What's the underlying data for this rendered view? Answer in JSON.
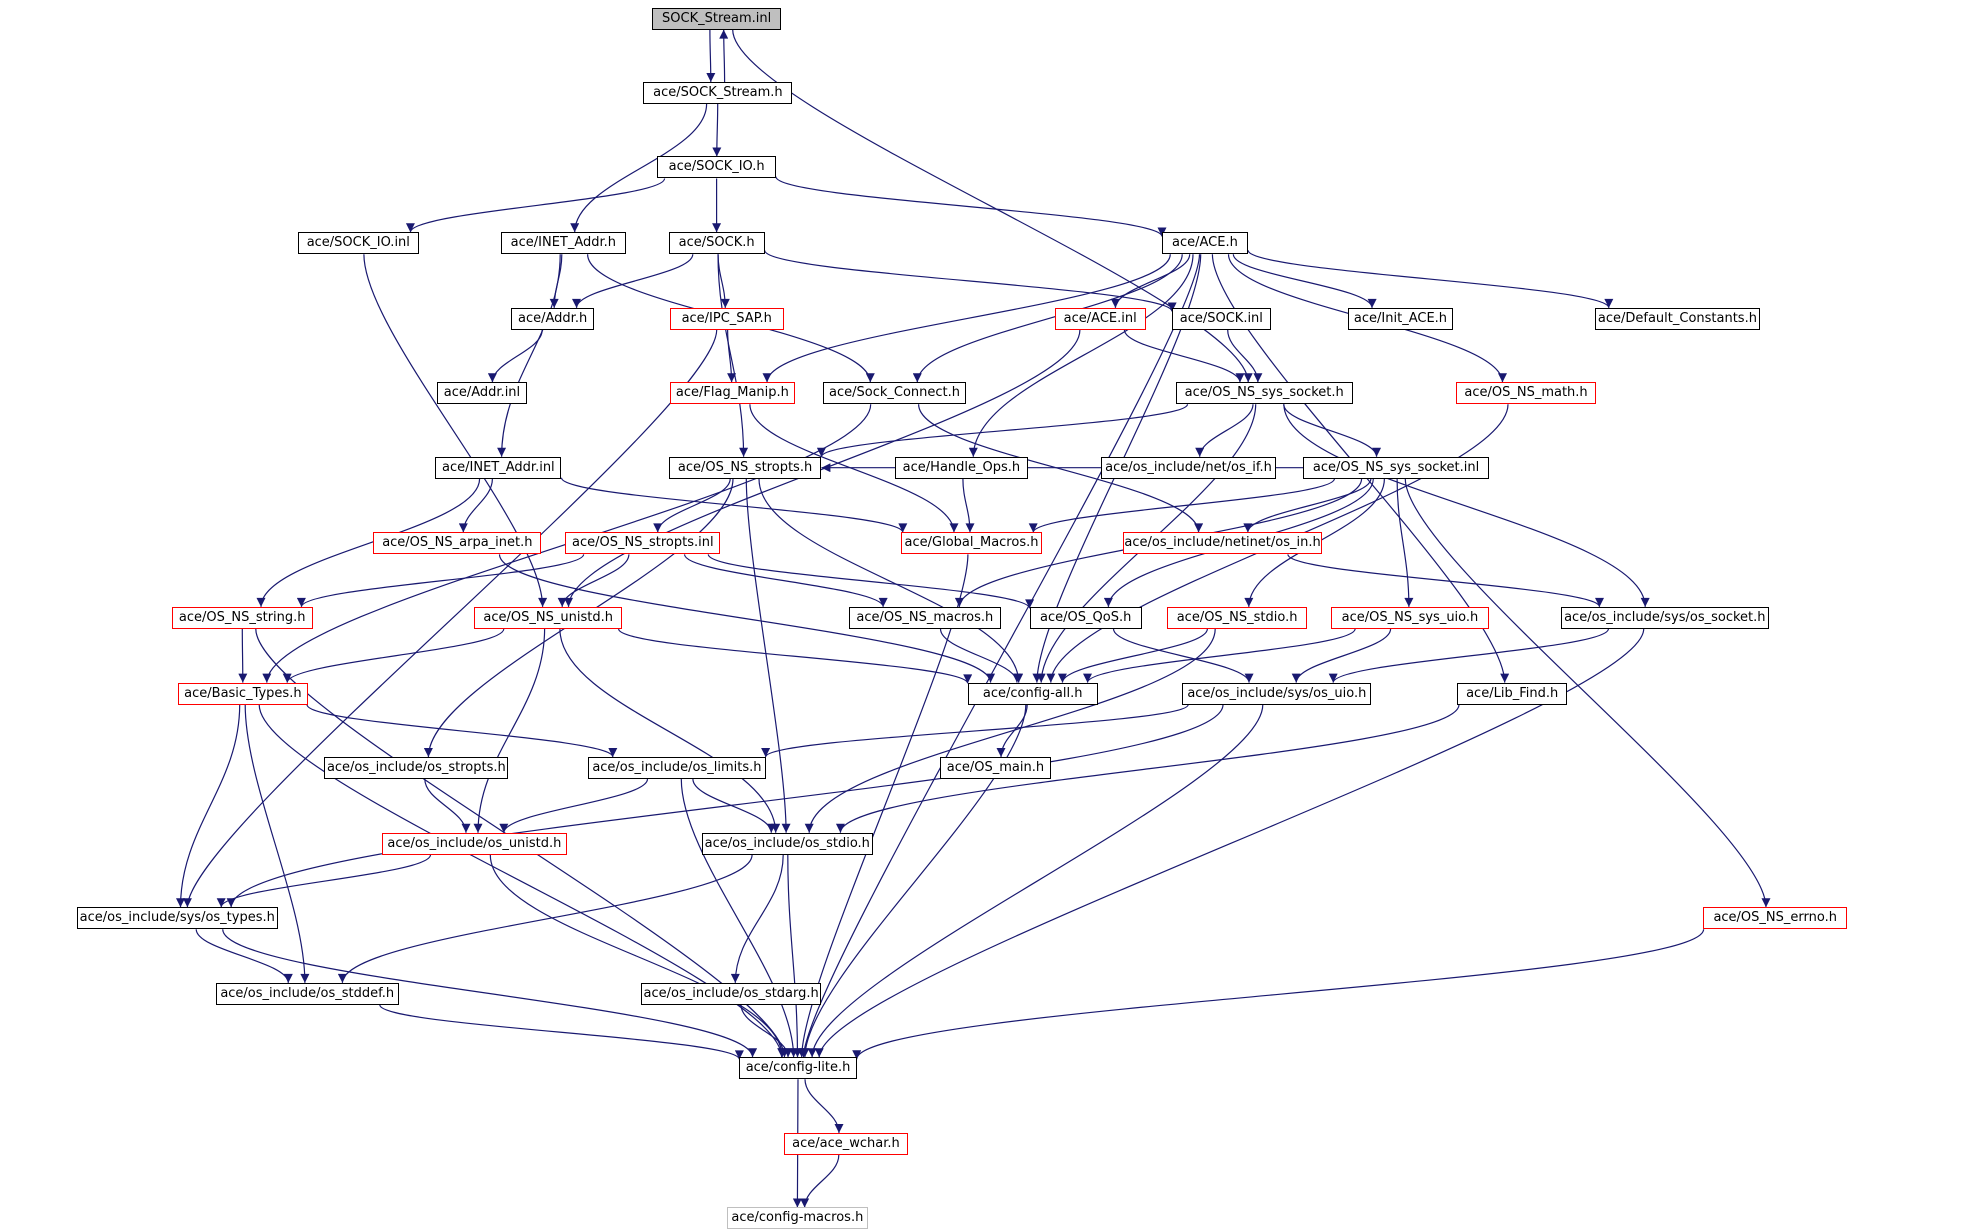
{
  "colors": {
    "edge": "#191970",
    "red_border": "#ff0000",
    "gray_border": "#bfbfbf",
    "root_fill": "#bfbfbf"
  },
  "nodes": [
    {
      "id": "n0",
      "label": "SOCK_Stream.inl",
      "style": "root"
    },
    {
      "id": "n1",
      "label": "ace/SOCK_Stream.h",
      "style": "black"
    },
    {
      "id": "n2",
      "label": "ace/SOCK_IO.h",
      "style": "black"
    },
    {
      "id": "n3",
      "label": "ace/SOCK_IO.inl",
      "style": "black"
    },
    {
      "id": "n4",
      "label": "ace/INET_Addr.h",
      "style": "black"
    },
    {
      "id": "n5",
      "label": "ace/SOCK.h",
      "style": "black"
    },
    {
      "id": "n6",
      "label": "ace/ACE.h",
      "style": "black"
    },
    {
      "id": "n7",
      "label": "ace/Addr.h",
      "style": "black"
    },
    {
      "id": "n8",
      "label": "ace/IPC_SAP.h",
      "style": "red"
    },
    {
      "id": "n9",
      "label": "ace/ACE.inl",
      "style": "red"
    },
    {
      "id": "n10",
      "label": "ace/SOCK.inl",
      "style": "black"
    },
    {
      "id": "n11",
      "label": "ace/Init_ACE.h",
      "style": "black"
    },
    {
      "id": "n12",
      "label": "ace/Default_Constants.h",
      "style": "black"
    },
    {
      "id": "n13",
      "label": "ace/Addr.inl",
      "style": "black"
    },
    {
      "id": "n14",
      "label": "ace/Flag_Manip.h",
      "style": "red"
    },
    {
      "id": "n15",
      "label": "ace/Sock_Connect.h",
      "style": "black"
    },
    {
      "id": "n16",
      "label": "ace/OS_NS_sys_socket.h",
      "style": "black"
    },
    {
      "id": "n17",
      "label": "ace/OS_NS_math.h",
      "style": "red"
    },
    {
      "id": "n18",
      "label": "ace/INET_Addr.inl",
      "style": "black"
    },
    {
      "id": "n19",
      "label": "ace/OS_NS_stropts.h",
      "style": "black"
    },
    {
      "id": "n20",
      "label": "ace/Handle_Ops.h",
      "style": "black"
    },
    {
      "id": "n21",
      "label": "ace/os_include/net/os_if.h",
      "style": "black"
    },
    {
      "id": "n22",
      "label": "ace/OS_NS_sys_socket.inl",
      "style": "black"
    },
    {
      "id": "n23",
      "label": "ace/OS_NS_arpa_inet.h",
      "style": "red"
    },
    {
      "id": "n24",
      "label": "ace/OS_NS_stropts.inl",
      "style": "red"
    },
    {
      "id": "n25",
      "label": "ace/Global_Macros.h",
      "style": "red"
    },
    {
      "id": "n26",
      "label": "ace/os_include/netinet/os_in.h",
      "style": "red"
    },
    {
      "id": "n27",
      "label": "ace/OS_NS_string.h",
      "style": "red"
    },
    {
      "id": "n28",
      "label": "ace/OS_NS_unistd.h",
      "style": "red"
    },
    {
      "id": "n29",
      "label": "ace/OS_NS_macros.h",
      "style": "black"
    },
    {
      "id": "n30",
      "label": "ace/OS_QoS.h",
      "style": "black"
    },
    {
      "id": "n31",
      "label": "ace/OS_NS_stdio.h",
      "style": "red"
    },
    {
      "id": "n32",
      "label": "ace/OS_NS_sys_uio.h",
      "style": "red"
    },
    {
      "id": "n33",
      "label": "ace/os_include/sys/os_socket.h",
      "style": "black"
    },
    {
      "id": "n34",
      "label": "ace/Basic_Types.h",
      "style": "red"
    },
    {
      "id": "n35",
      "label": "ace/config-all.h",
      "style": "black"
    },
    {
      "id": "n36",
      "label": "ace/os_include/sys/os_uio.h",
      "style": "black"
    },
    {
      "id": "n37",
      "label": "ace/Lib_Find.h",
      "style": "black"
    },
    {
      "id": "n38",
      "label": "ace/os_include/os_stropts.h",
      "style": "black"
    },
    {
      "id": "n39",
      "label": "ace/os_include/os_limits.h",
      "style": "black"
    },
    {
      "id": "n40",
      "label": "ace/OS_main.h",
      "style": "black"
    },
    {
      "id": "n41",
      "label": "ace/os_include/os_unistd.h",
      "style": "red"
    },
    {
      "id": "n42",
      "label": "ace/os_include/os_stdio.h",
      "style": "black"
    },
    {
      "id": "n43",
      "label": "ace/os_include/sys/os_types.h",
      "style": "black"
    },
    {
      "id": "n44",
      "label": "ace/OS_NS_errno.h",
      "style": "red"
    },
    {
      "id": "n45",
      "label": "ace/os_include/os_stddef.h",
      "style": "black"
    },
    {
      "id": "n46",
      "label": "ace/os_include/os_stdarg.h",
      "style": "black"
    },
    {
      "id": "n47",
      "label": "ace/config-lite.h",
      "style": "black"
    },
    {
      "id": "n48",
      "label": "ace/ace_wchar.h",
      "style": "red"
    },
    {
      "id": "n49",
      "label": "ace/config-macros.h",
      "style": "gray"
    }
  ],
  "edges": [
    [
      "n0",
      "n1"
    ],
    [
      "n1",
      "n0"
    ],
    [
      "n0",
      "n16"
    ],
    [
      "n1",
      "n2"
    ],
    [
      "n1",
      "n4"
    ],
    [
      "n2",
      "n3"
    ],
    [
      "n2",
      "n5"
    ],
    [
      "n2",
      "n6"
    ],
    [
      "n3",
      "n28"
    ],
    [
      "n4",
      "n7"
    ],
    [
      "n4",
      "n18"
    ],
    [
      "n4",
      "n15"
    ],
    [
      "n5",
      "n7"
    ],
    [
      "n5",
      "n8"
    ],
    [
      "n5",
      "n10"
    ],
    [
      "n5",
      "n19"
    ],
    [
      "n6",
      "n9"
    ],
    [
      "n6",
      "n11"
    ],
    [
      "n6",
      "n12"
    ],
    [
      "n6",
      "n14"
    ],
    [
      "n6",
      "n15"
    ],
    [
      "n6",
      "n17"
    ],
    [
      "n6",
      "n20"
    ],
    [
      "n6",
      "n35"
    ],
    [
      "n6",
      "n37"
    ],
    [
      "n6",
      "n47"
    ],
    [
      "n7",
      "n13"
    ],
    [
      "n8",
      "n14"
    ],
    [
      "n8",
      "n43"
    ],
    [
      "n9",
      "n16"
    ],
    [
      "n9",
      "n28"
    ],
    [
      "n10",
      "n16"
    ],
    [
      "n14",
      "n25"
    ],
    [
      "n15",
      "n26"
    ],
    [
      "n15",
      "n34"
    ],
    [
      "n16",
      "n19"
    ],
    [
      "n16",
      "n21"
    ],
    [
      "n16",
      "n22"
    ],
    [
      "n16",
      "n33"
    ],
    [
      "n16",
      "n35"
    ],
    [
      "n17",
      "n35"
    ],
    [
      "n18",
      "n23"
    ],
    [
      "n18",
      "n25"
    ],
    [
      "n18",
      "n27"
    ],
    [
      "n19",
      "n24"
    ],
    [
      "n19",
      "n35"
    ],
    [
      "n19",
      "n38"
    ],
    [
      "n19",
      "n42"
    ],
    [
      "n20",
      "n25"
    ],
    [
      "n22",
      "n19"
    ],
    [
      "n22",
      "n25"
    ],
    [
      "n22",
      "n26"
    ],
    [
      "n22",
      "n29"
    ],
    [
      "n22",
      "n30"
    ],
    [
      "n22",
      "n31"
    ],
    [
      "n22",
      "n32"
    ],
    [
      "n22",
      "n44"
    ],
    [
      "n23",
      "n35"
    ],
    [
      "n24",
      "n27"
    ],
    [
      "n24",
      "n28"
    ],
    [
      "n24",
      "n29"
    ],
    [
      "n24",
      "n30"
    ],
    [
      "n25",
      "n47"
    ],
    [
      "n26",
      "n33"
    ],
    [
      "n27",
      "n34"
    ],
    [
      "n27",
      "n47"
    ],
    [
      "n28",
      "n34"
    ],
    [
      "n28",
      "n35"
    ],
    [
      "n28",
      "n41"
    ],
    [
      "n28",
      "n42"
    ],
    [
      "n29",
      "n35"
    ],
    [
      "n30",
      "n36"
    ],
    [
      "n31",
      "n35"
    ],
    [
      "n31",
      "n42"
    ],
    [
      "n32",
      "n35"
    ],
    [
      "n32",
      "n36"
    ],
    [
      "n33",
      "n36"
    ],
    [
      "n33",
      "n47"
    ],
    [
      "n34",
      "n39"
    ],
    [
      "n34",
      "n43"
    ],
    [
      "n34",
      "n45"
    ],
    [
      "n34",
      "n47"
    ],
    [
      "n35",
      "n40"
    ],
    [
      "n35",
      "n47"
    ],
    [
      "n36",
      "n39"
    ],
    [
      "n36",
      "n43"
    ],
    [
      "n36",
      "n47"
    ],
    [
      "n37",
      "n42"
    ],
    [
      "n38",
      "n41"
    ],
    [
      "n39",
      "n41"
    ],
    [
      "n39",
      "n42"
    ],
    [
      "n39",
      "n47"
    ],
    [
      "n41",
      "n43"
    ],
    [
      "n41",
      "n47"
    ],
    [
      "n42",
      "n45"
    ],
    [
      "n42",
      "n46"
    ],
    [
      "n42",
      "n47"
    ],
    [
      "n43",
      "n45"
    ],
    [
      "n43",
      "n47"
    ],
    [
      "n44",
      "n47"
    ],
    [
      "n45",
      "n47"
    ],
    [
      "n46",
      "n47"
    ],
    [
      "n47",
      "n48"
    ],
    [
      "n47",
      "n49"
    ],
    [
      "n48",
      "n49"
    ]
  ]
}
